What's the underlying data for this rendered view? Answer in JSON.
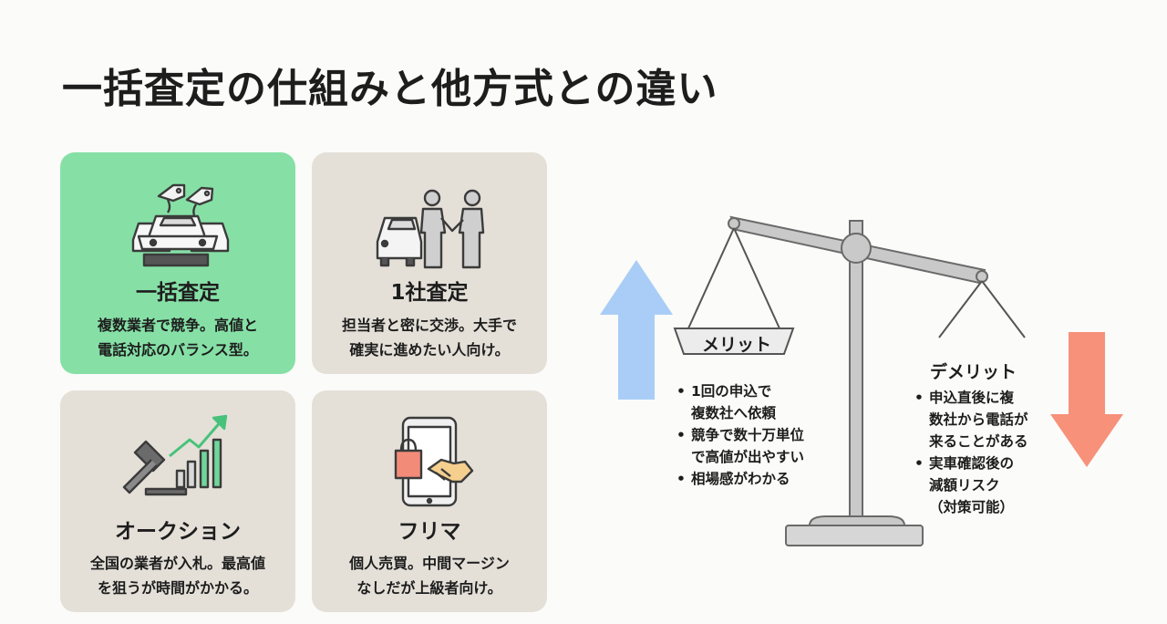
{
  "title": "一括査定の仕組みと他方式との違い",
  "cards": [
    {
      "title": "一括査定",
      "lines": [
        "複数業者で競争。高値と",
        "電話対応のバランス型。"
      ],
      "icon": "cars-with-price-tags-icon"
    },
    {
      "title": "1社査定",
      "lines": [
        "担当者と密に交渉。大手で",
        "確実に進めたい人向け。"
      ],
      "icon": "car-handshake-icon"
    },
    {
      "title": "オークション",
      "lines": [
        "全国の業者が入札。最高値",
        "を狙うが時間がかかる。"
      ],
      "icon": "gavel-rising-chart-icon"
    },
    {
      "title": "フリマ",
      "lines": [
        "個人売買。中間マージン",
        "なしだが上級者向け。"
      ],
      "icon": "smartphone-shopping-bag-handshake-icon"
    }
  ],
  "scale": {
    "merit": {
      "label": "メリット",
      "points": [
        [
          "1回の申込で",
          "複数社へ依頼"
        ],
        [
          "競争で数十万単位",
          "で高値が出やすい"
        ],
        [
          "相場感がわかる"
        ]
      ]
    },
    "demerit": {
      "label": "デメリット",
      "points": [
        [
          "申込直後に複",
          "数社から電話が",
          "来ることがある"
        ],
        [
          "実車確認後の",
          "減額リスク",
          "（対策可能）"
        ]
      ]
    }
  },
  "colors": {
    "highlight_card": "#86e0a6",
    "card": "#e4e0d8",
    "up_arrow": "#a9cdf7",
    "down_arrow": "#f7917a"
  }
}
